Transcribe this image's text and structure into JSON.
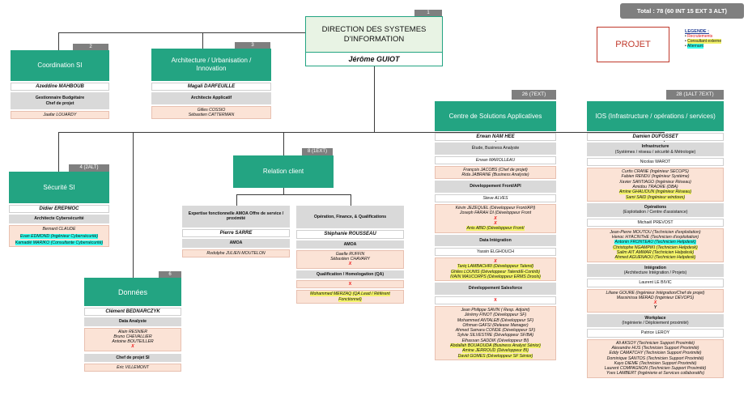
{
  "total": "Total : 78 (60 INT 15 EXT 3 ALT)",
  "projet": "PROJET",
  "legend": {
    "title": "LEGENDE :",
    "items": [
      {
        "label": "Recrutements",
        "color": "#e11111"
      },
      {
        "label": "Consultant externe",
        "color": "#e8e850"
      },
      {
        "label": "Alternant",
        "color": "#33ffee"
      }
    ]
  },
  "direction": {
    "badge": "1",
    "title": "DIRECTION DES SYSTEMES D'INFORMATION",
    "head": "Jérôme GUIOT"
  },
  "coordination": {
    "badge": "2",
    "title": "Coordination SI",
    "head": "Azeddine MAHBOUB",
    "role": "Gestionnaire Budgétaire\nChef de projet",
    "member": "Jaafar LOUARDY"
  },
  "architecture": {
    "badge": "3",
    "title": "Architecture / Urbanisation / Innovation",
    "head": "Magali DARFEUILLE",
    "role": "Architecte Applicatif",
    "members": "Gilles COSSIO\nSébastien CATTERMAN"
  },
  "securite": {
    "badge": "4 (2ALT)",
    "title": "Sécurité SI",
    "head": "Didier EREPMOC",
    "role": "Architecte Cybersécurité",
    "m1": "Bernard CLAUDE",
    "m2": "Evan EDMOND  (Ingénieur Cybersécurité)",
    "m3": "Kamadié MARIKO (Consultante Cybersécurité)"
  },
  "donnees": {
    "badge": "6",
    "title": "Données",
    "head": "Clément BEDNARCZYK",
    "role": "Data Analyste",
    "members": "Alain RESNIER\nBruno CHEVALLIER\nAntoine BOUTEILLER",
    "x": "X",
    "role2": "Chef de projet SI",
    "m2": "Eric VILLEMONT"
  },
  "relation": {
    "badge": "8 (1EXT)",
    "title": "Relation client",
    "left": {
      "title": "Expertise fonctionnelle AMOA Offre de service / proximité",
      "head": "Pierre SARRE",
      "role": "AMOA",
      "member": "Rodolphe JULIEN MOUTELON"
    },
    "right": {
      "title": "Opération, Finance, & Qualifications",
      "head": "Stéphanie ROUSSEAU",
      "role": "AMOA",
      "members": "Gaelle RUFFIN\nSébastien CHAVARY",
      "x1": "X",
      "role2": "Qualification / Homologation (QA)",
      "x2": "X",
      "m2": "Mohammed MERZAQ (QA Lead / Référent Fonctionnel)"
    }
  },
  "csa": {
    "badge": "26 (7EXT)",
    "title": "Centre de Solutions Applicatives",
    "head": "Erwan NAM HEE",
    "s1": "Étude, Business Analyste",
    "s1a": "Erwan MAROLLEAU",
    "s1b": "François JACOBS (Chef de projet)\nRida JABRANE (Business Analyste)",
    "s2": "Développement Front/API",
    "s2a": "Steve ALVES",
    "s2b": "Kévin JEZEQUEL (Développeur Front/API)\nJoseph FARAH DI (Développeur Front",
    "s2x": "X\nX",
    "s2c": "Anis ABID (Développeur Front/",
    "s3": "Data Intégration",
    "s3a": "Yassin ELGHOUCH",
    "s3x": "X",
    "s3b": "Tariq LAMBACHRI (Développeur Talend)\nGhiles LOUNIS (Développeur Talend/E-Contrib)\nIVAIN MAUCORPS (Développeur ERMS Drools)",
    "s4": "Développement Salesforce",
    "s4x": "X",
    "s4b": "Jean Philippe SAVIN ( Resp. Adjoint)\nJérémy FINOT (Développeur SF)\nMohammed ANTALEB (Développeur SF)\nOthman GAFSI (Release Manager)\nAhmed Samara CONDE (Développeur SF)\nSylvie SILVESTRE (Développeur SF/BA)\nElhassan SADDIK (Développeur BI)",
    "s4c": "Abdallah BOUAOUDA (Business Analyst Sénior)\nAmine JERROUD (Développeur BI)\nDavid GOMES (Développeur SF Sénior)"
  },
  "ios": {
    "badge": "28 (1ALT 7EXT)",
    "title": "IOS (Infrastructure / opérations / services)",
    "head": "Damien DUFOSSET",
    "s1": "Infrastructure",
    "s1t": "(Systèmes / réseau / sécurité & Métrologie)",
    "s1a": "Nicolas WAROT",
    "s1b": "Curtis CRANE (Ingénieur SECOPS)\nFabien RENDU (Ingénieur Système)\nXavier SANTIAGO (Ingénieur Réseau)\nAmidou TRAORE (DBA)",
    "s1c": "Amine GHALIOUN (Ingénieur Réseau)\nSami SAID (Ingénieur windows)",
    "s2": "Opérations",
    "s2t": "(Exploitation / Centre d'assistance)",
    "s2a": "Michaël PREVOST",
    "s2b": "Jean-Pierre MOUTOU (Technicien d'exploitation)\nHenoc HYACINTHE (Technicien d'exploitation)",
    "s2c": "Antonin FRONTEAU (Technicien Helpdesk)",
    "s2d": "Christophe NGAMPIKI (Technicien Helpdesk)\nSalim AIT AMMAR (Technicien Helpdesk)\nAhmed AGUENAOU (Technicien Helpdesk)",
    "s3": "Intégration",
    "s3t": "(Architecture Intégration / Projets)",
    "s3a": "Laurent LE BIVIC",
    "s3b": "Liliane GOURE (Ingénieur Intégration/Chef de projet)\nMassinissa MERAD (Ingénieur DEVOPS)",
    "s3x": "X",
    "s3y": "Y",
    "s4": "Workplace",
    "s4t": "(Ingénierie / Déploiement proximité)",
    "s4a": "Patrice LEROY",
    "s4b": "Ali AKSOY (Technicien Support Proximité)\nAlexandre HUS (Technicien Support Proximité)\nEddy CAMATCHY (Technicien Support Proximité)\nDominique SANTOS (Technicien Support Proximité)\nKayo DIEME (Technicien Support Proximité)\nLaurent COMPAGNON (Technicien Support Proximité)\nYves LAMBERT (Ingénierie et Services collaboratifs)"
  }
}
